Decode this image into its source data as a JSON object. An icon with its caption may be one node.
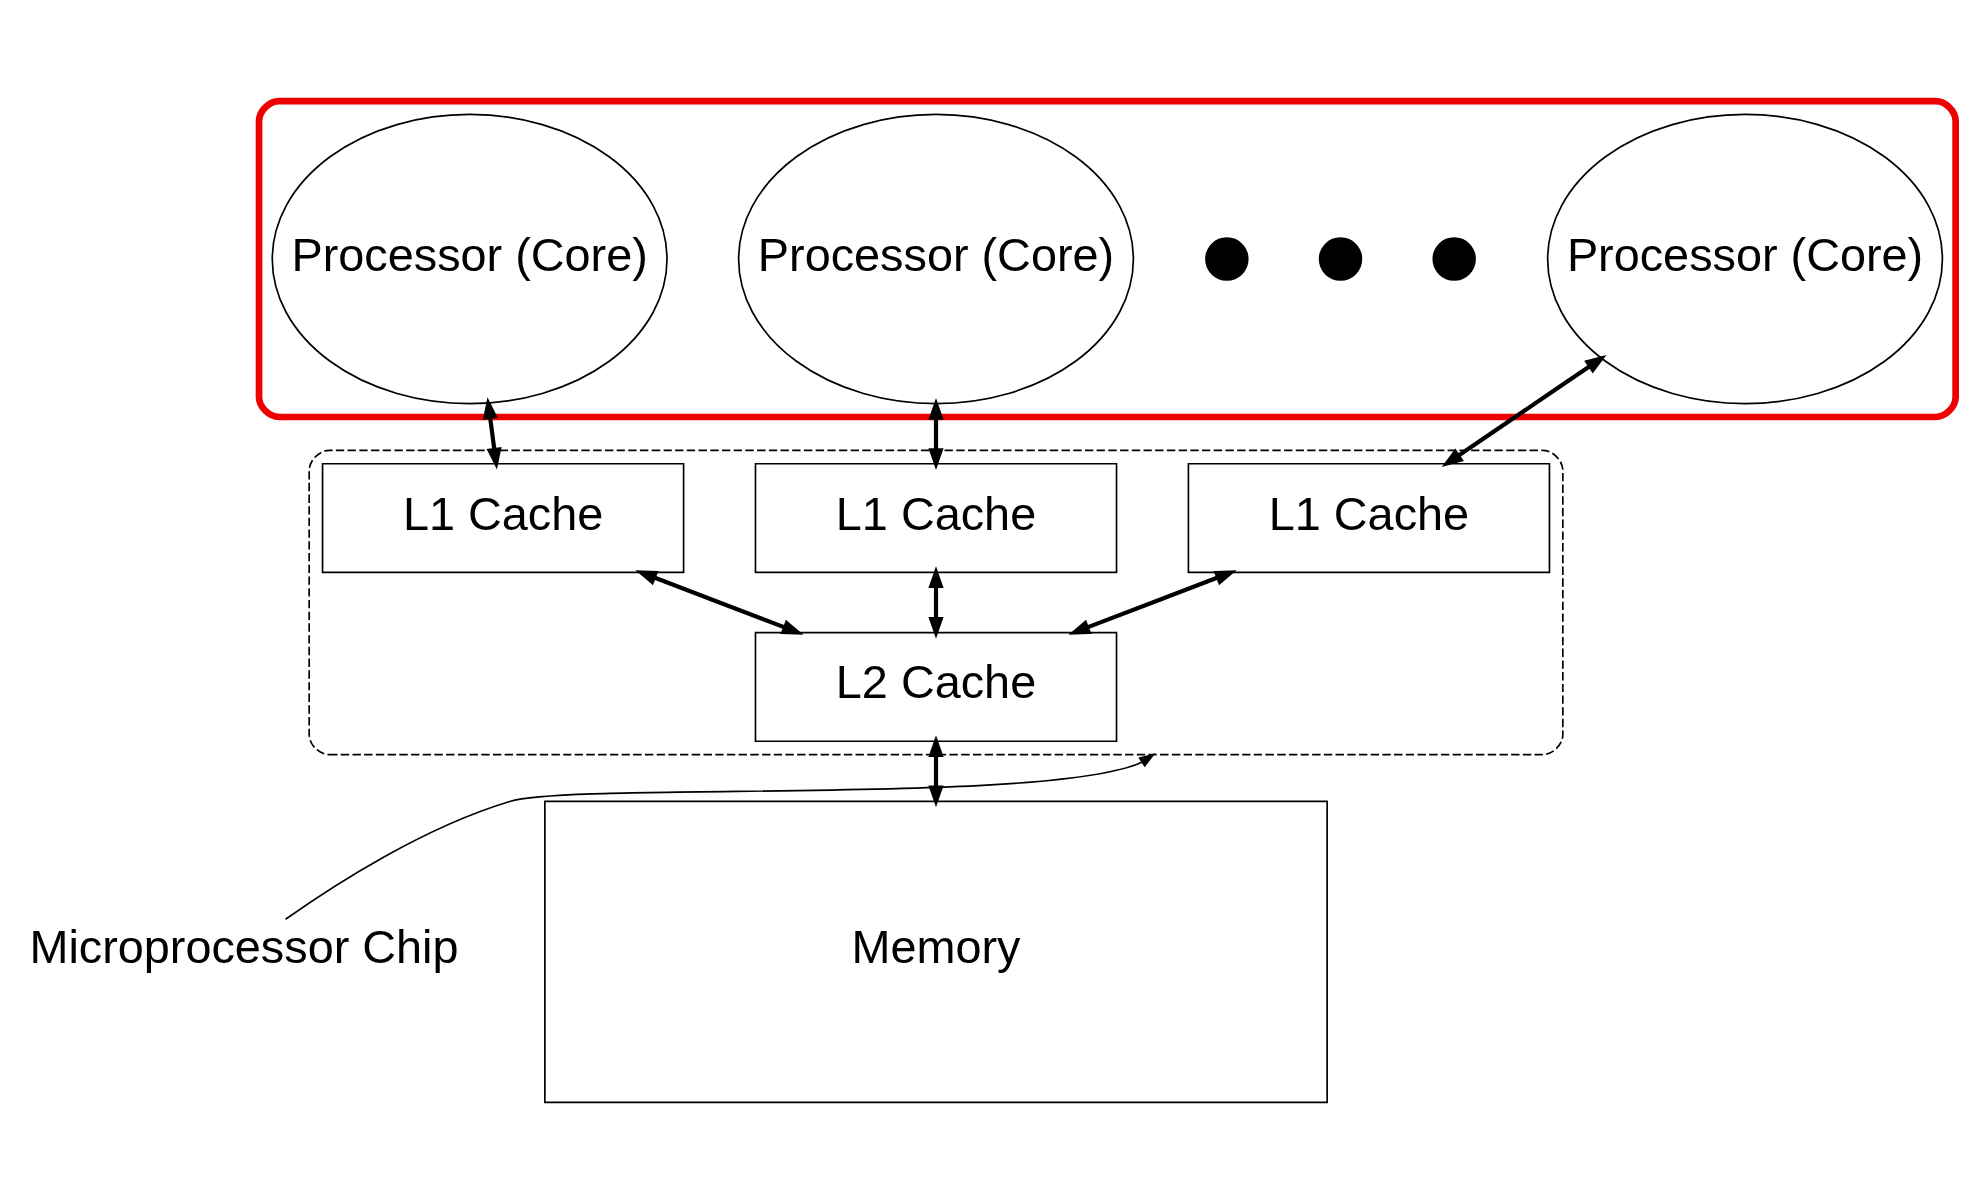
{
  "diagram": {
    "nodes": [
      {
        "text": [],
        "shape": "box"
      },
      {
        "text": [],
        "shape": "box"
      },
      {
        "text": [
          "Processor (Core)"
        ],
        "in": 1
      },
      {
        "text": [
          "Processor (Core)"
        ],
        "in": 1
      },
      {
        "text": [],
        "shape": "circle",
        "in": 1
      },
      {
        "text": [],
        "shape": "circle",
        "in": 1
      },
      {
        "text": [],
        "shape": "circle",
        "in": 1
      },
      {
        "text": [
          "Processor (Core)"
        ],
        "in": 1
      },
      {
        "text": [
          "L1 Cache"
        ],
        "in": 0
      },
      {
        "text": [
          "L1 Cache"
        ],
        "in": 0
      },
      {
        "text": [
          "L1 Cache"
        ],
        "in": 0
      },
      {
        "text": [
          "L2 Cache"
        ],
        "in": 0
      },
      {
        "text": [
          "Memory"
        ]
      },
      {
        "text": [
          "Microprocessor Chip"
        ]
      }
    ],
    "edges": [
      {
        "from": 2,
        "to": 8,
        "arrow": "both"
      },
      {
        "from": 3,
        "to": 9,
        "arrow": "both"
      },
      {
        "from": 7,
        "to": 10,
        "arrow": "both"
      },
      {
        "from": 8,
        "to": 11,
        "arrow": "both"
      },
      {
        "from": 9,
        "to": 11,
        "arrow": "both"
      },
      {
        "from": 10,
        "to": 11,
        "arrow": "both"
      },
      {
        "from": 11,
        "to": 12,
        "arrow": "both"
      },
      {
        "from": 13,
        "to": 0,
        "arrow": "to"
      }
    ]
  }
}
